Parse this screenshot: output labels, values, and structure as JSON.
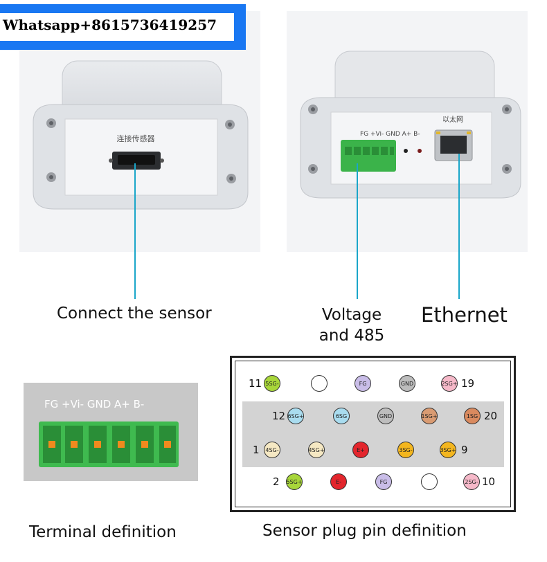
{
  "contact": {
    "text": "Whatsapp+8615736419257"
  },
  "device_front": {
    "port_label": "连接传感器"
  },
  "device_back": {
    "terminal_silk": "FG +Vi- GND A+ B-",
    "ethernet_label": "以太网"
  },
  "captions": {
    "connect_sensor": "Connect the sensor",
    "voltage_line1": "Voltage",
    "voltage_line2": "and 485",
    "ethernet": "Ethernet",
    "terminal_definition": "Terminal definition",
    "sensor_plug": "Sensor plug pin definition"
  },
  "terminal": {
    "labels": "FG +Vi- GND A+ B-"
  },
  "pins": {
    "row1": {
      "left_num": "11",
      "right_num": "19",
      "pins": [
        {
          "label": "5SG-",
          "color": "#a8d63a"
        },
        {
          "label": "",
          "color": "#ffffff"
        },
        {
          "label": "FG",
          "color": "#c9bde8"
        },
        {
          "label": "GND",
          "color": "#bdbdbd"
        },
        {
          "label": "2SG+",
          "color": "#f6b9c9"
        }
      ]
    },
    "row2": {
      "left_num": "12",
      "right_num": "20",
      "pins": [
        {
          "label": "6SG+",
          "color": "#a9dcef"
        },
        {
          "label": "6SG",
          "color": "#a9dcef"
        },
        {
          "label": "GND",
          "color": "#bdbdbd"
        },
        {
          "label": "1SG+",
          "color": "#d99b72"
        },
        {
          "label": "1SG",
          "color": "#d98a5f"
        }
      ]
    },
    "row3": {
      "left_num": "1",
      "right_num": "9",
      "pins": [
        {
          "label": "4SG-",
          "color": "#f5e8c3"
        },
        {
          "label": "4SG+",
          "color": "#f5e8c3"
        },
        {
          "label": "E+",
          "color": "#e3262d"
        },
        {
          "label": "3SG-",
          "color": "#f3b61f"
        },
        {
          "label": "3SG+",
          "color": "#f3b61f"
        }
      ]
    },
    "row4": {
      "left_num": "2",
      "right_num": "10",
      "pins": [
        {
          "label": "5SG+",
          "color": "#a8d63a"
        },
        {
          "label": "E-",
          "color": "#e3262d"
        },
        {
          "label": "FG",
          "color": "#c9bde8"
        },
        {
          "label": "",
          "color": "#ffffff"
        },
        {
          "label": "2SG-",
          "color": "#f6b9c9"
        }
      ]
    }
  }
}
